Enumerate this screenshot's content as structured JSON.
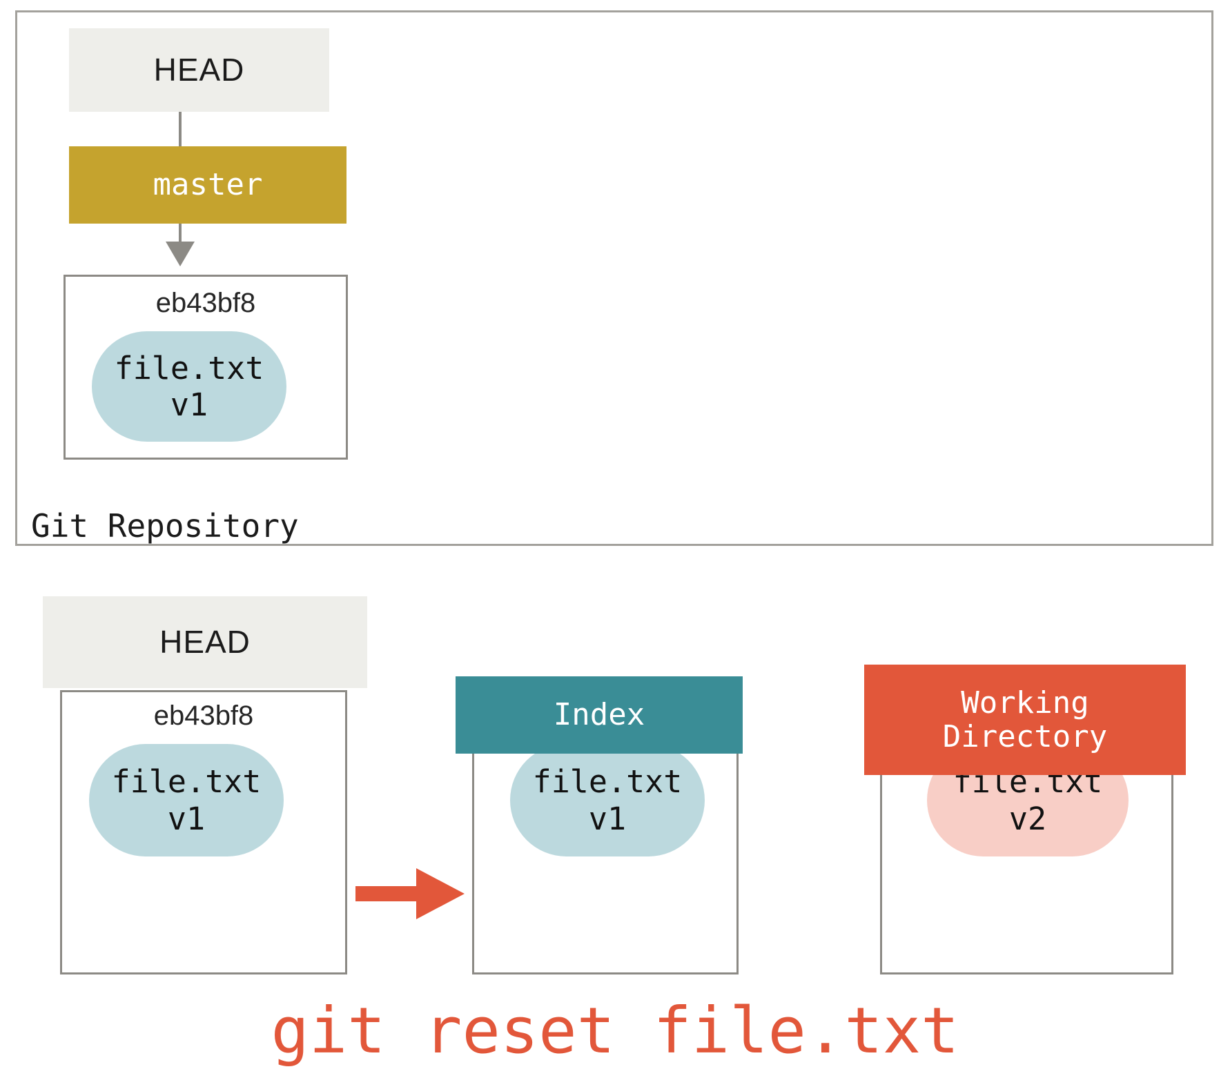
{
  "diagram": {
    "title_caption": "Git Repository",
    "command": "git reset file.txt",
    "colors": {
      "head_box": "#eeeeea",
      "master_box": "#c5a32e",
      "index_box": "#3a8d96",
      "workdir_box": "#e2573a",
      "blob_blue": "#bcd9de",
      "blob_pink": "#f8cec6",
      "frame_gray": "#8c8a85",
      "command_red": "#e2573a"
    }
  },
  "repository": {
    "head_label": "HEAD",
    "branch_label": "master",
    "commit": {
      "sha": "eb43bf8",
      "file_name": "file.txt",
      "file_version": "v1"
    },
    "caption": "Git Repository"
  },
  "stages": [
    {
      "header": "HEAD",
      "header_lines": [
        "HEAD"
      ],
      "sha": "eb43bf8",
      "file_name": "file.txt",
      "file_version": "v1",
      "blob_color": "#bcd9de"
    },
    {
      "header": "Index",
      "header_lines": [
        "Index"
      ],
      "sha": "",
      "file_name": "file.txt",
      "file_version": "v1",
      "blob_color": "#bcd9de"
    },
    {
      "header": "Working Directory",
      "header_lines": [
        "Working",
        "Directory"
      ],
      "sha": "",
      "file_name": "file.txt",
      "file_version": "v2",
      "blob_color": "#f8cec6"
    }
  ],
  "arrow": {
    "direction": "right",
    "from": "HEAD",
    "to": "Index",
    "color": "#e2573a"
  }
}
